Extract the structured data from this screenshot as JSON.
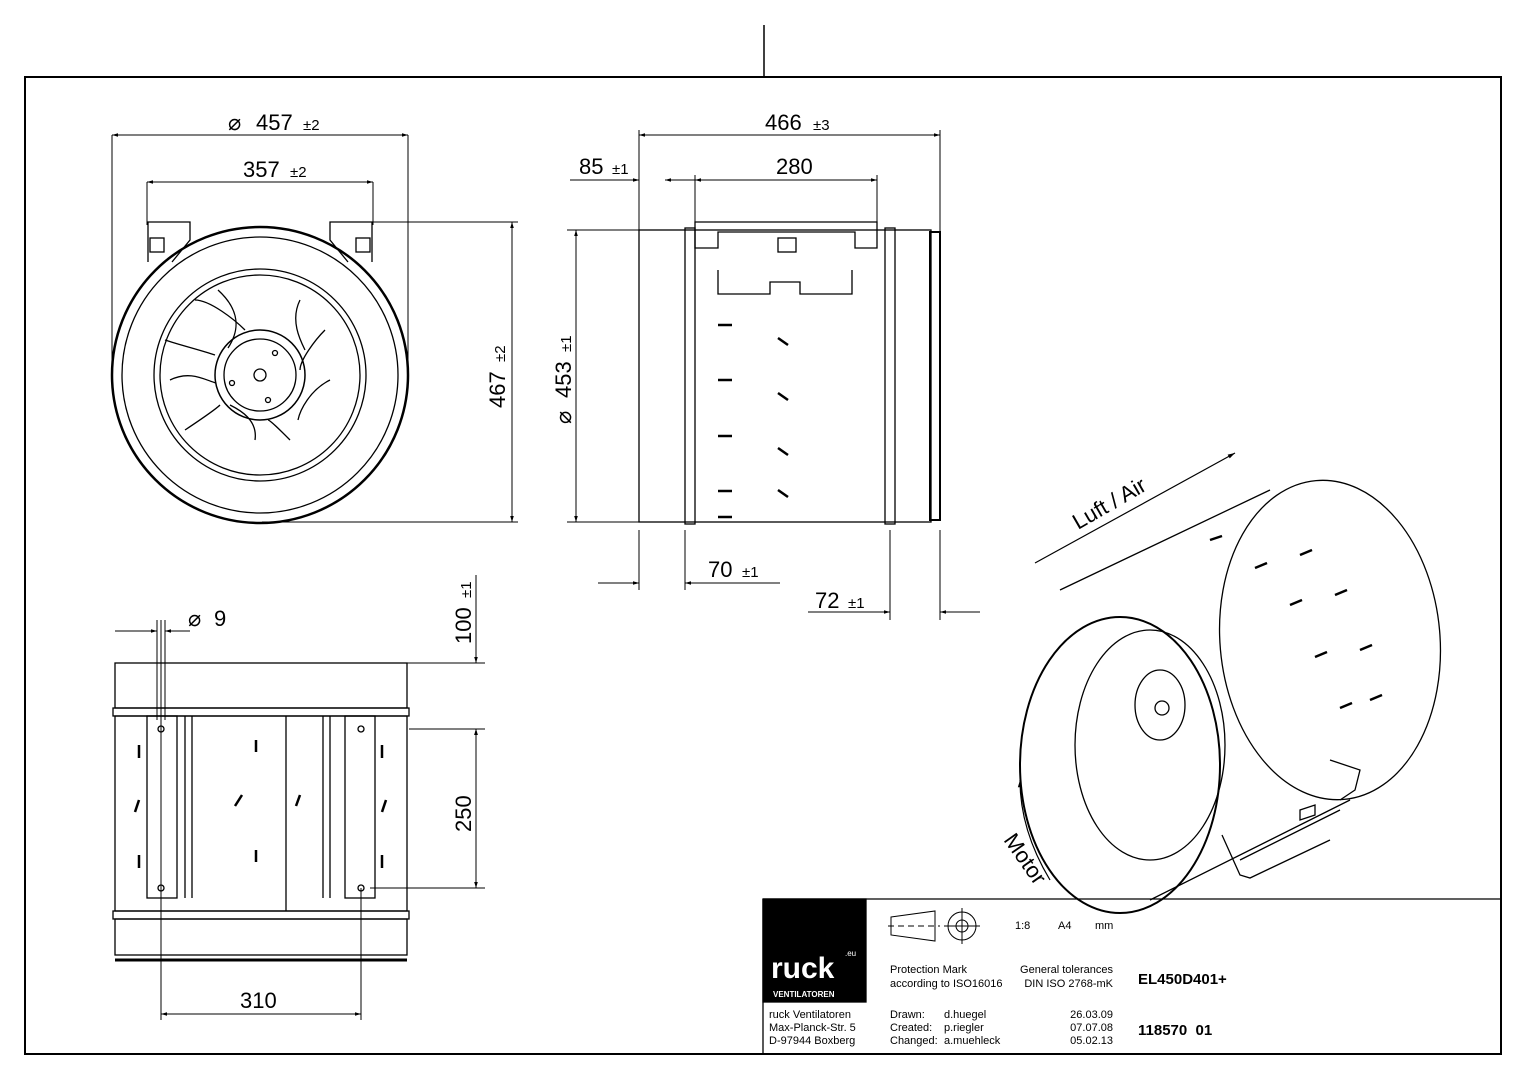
{
  "drawing": {
    "dimensions": {
      "outer_diameter": {
        "value": "457",
        "tol": "±2",
        "symbol": "⌀"
      },
      "bracket_width": {
        "value": "357",
        "tol": "±2"
      },
      "height": {
        "value": "467",
        "tol": "±2"
      },
      "length": {
        "value": "466",
        "tol": "±3"
      },
      "inlet_offset": {
        "value": "85",
        "tol": "±1"
      },
      "bracket_length": {
        "value": "280"
      },
      "body_diameter": {
        "value": "453",
        "tol": "±1",
        "symbol": "⌀"
      },
      "offset_70": {
        "value": "70",
        "tol": "±1"
      },
      "offset_72": {
        "value": "72",
        "tol": "±1"
      },
      "hole_diameter": {
        "value": "9",
        "symbol": "⌀"
      },
      "top_offset": {
        "value": "100",
        "tol": "±1"
      },
      "hole_spacing_vertical": {
        "value": "250"
      },
      "hole_spacing_horizontal": {
        "value": "310"
      }
    },
    "annotations": {
      "airflow": "Luft / Air",
      "rotation": "Motor"
    }
  },
  "title_block": {
    "logo": {
      "brand": "ruck",
      "suffix": ".eu",
      "sub": "VENTILATOREN"
    },
    "scale": "1:8",
    "format": "A4",
    "unit": "mm",
    "protection": [
      "Protection Mark",
      "according to ISO16016"
    ],
    "tolerances": [
      "General tolerances",
      "DIN ISO 2768-mK"
    ],
    "model": "EL450D401+",
    "drawing_number": "118570  01",
    "address": [
      "ruck Ventilatoren",
      "Max-Planck-Str. 5",
      "D-97944 Boxberg"
    ],
    "history": [
      {
        "label": "Drawn:",
        "name": "d.huegel",
        "date": "26.03.09"
      },
      {
        "label": "Created:",
        "name": "p.riegler",
        "date": "07.07.08"
      },
      {
        "label": "Changed:",
        "name": "a.muehleck",
        "date": "05.02.13"
      }
    ]
  }
}
